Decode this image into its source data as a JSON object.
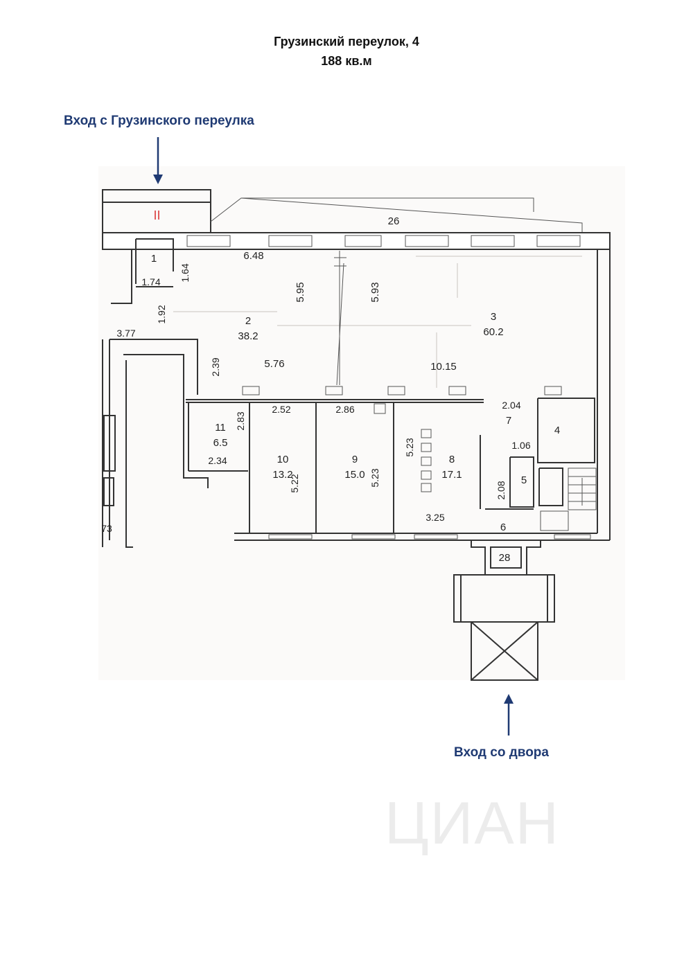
{
  "header": {
    "address": "Грузинский переулок, 4",
    "area": "188 кв.м"
  },
  "entries": {
    "street": "Вход с Грузинского переулка",
    "yard": "Вход со двора"
  },
  "colors": {
    "arrow": "#1f3a73",
    "walls": "#333333",
    "marker": "#d62828"
  },
  "rooms": [
    {
      "number": "1",
      "area": ""
    },
    {
      "number": "2",
      "area": "38.2"
    },
    {
      "number": "3",
      "area": "60.2"
    },
    {
      "number": "4",
      "area": ""
    },
    {
      "number": "5",
      "area": ""
    },
    {
      "number": "6",
      "area": ""
    },
    {
      "number": "7",
      "area": ""
    },
    {
      "number": "8",
      "area": "17.1"
    },
    {
      "number": "9",
      "area": "15.0"
    },
    {
      "number": "10",
      "area": "13.2"
    },
    {
      "number": "11",
      "area": "6.5"
    },
    {
      "number": "28",
      "area": ""
    }
  ],
  "dimensions": {
    "d26": "26",
    "d648": "6.48",
    "d174": "1.74",
    "d164": "1.64",
    "d192": "1.92",
    "d595": "5.95",
    "d593": "5.93",
    "d377": "3.77",
    "d239": "2.39",
    "d576": "5.76",
    "d1015": "10.15",
    "d252": "2.52",
    "d286": "2.86",
    "d204": "2.04",
    "d283": "2.83",
    "d234": "2.34",
    "d522": "5.22",
    "d523a": "5.23",
    "d523b": "5.23",
    "d106": "1.06",
    "d208": "2.08",
    "d325": "3.25",
    "d73": "73"
  },
  "watermark": "ЦИАН"
}
